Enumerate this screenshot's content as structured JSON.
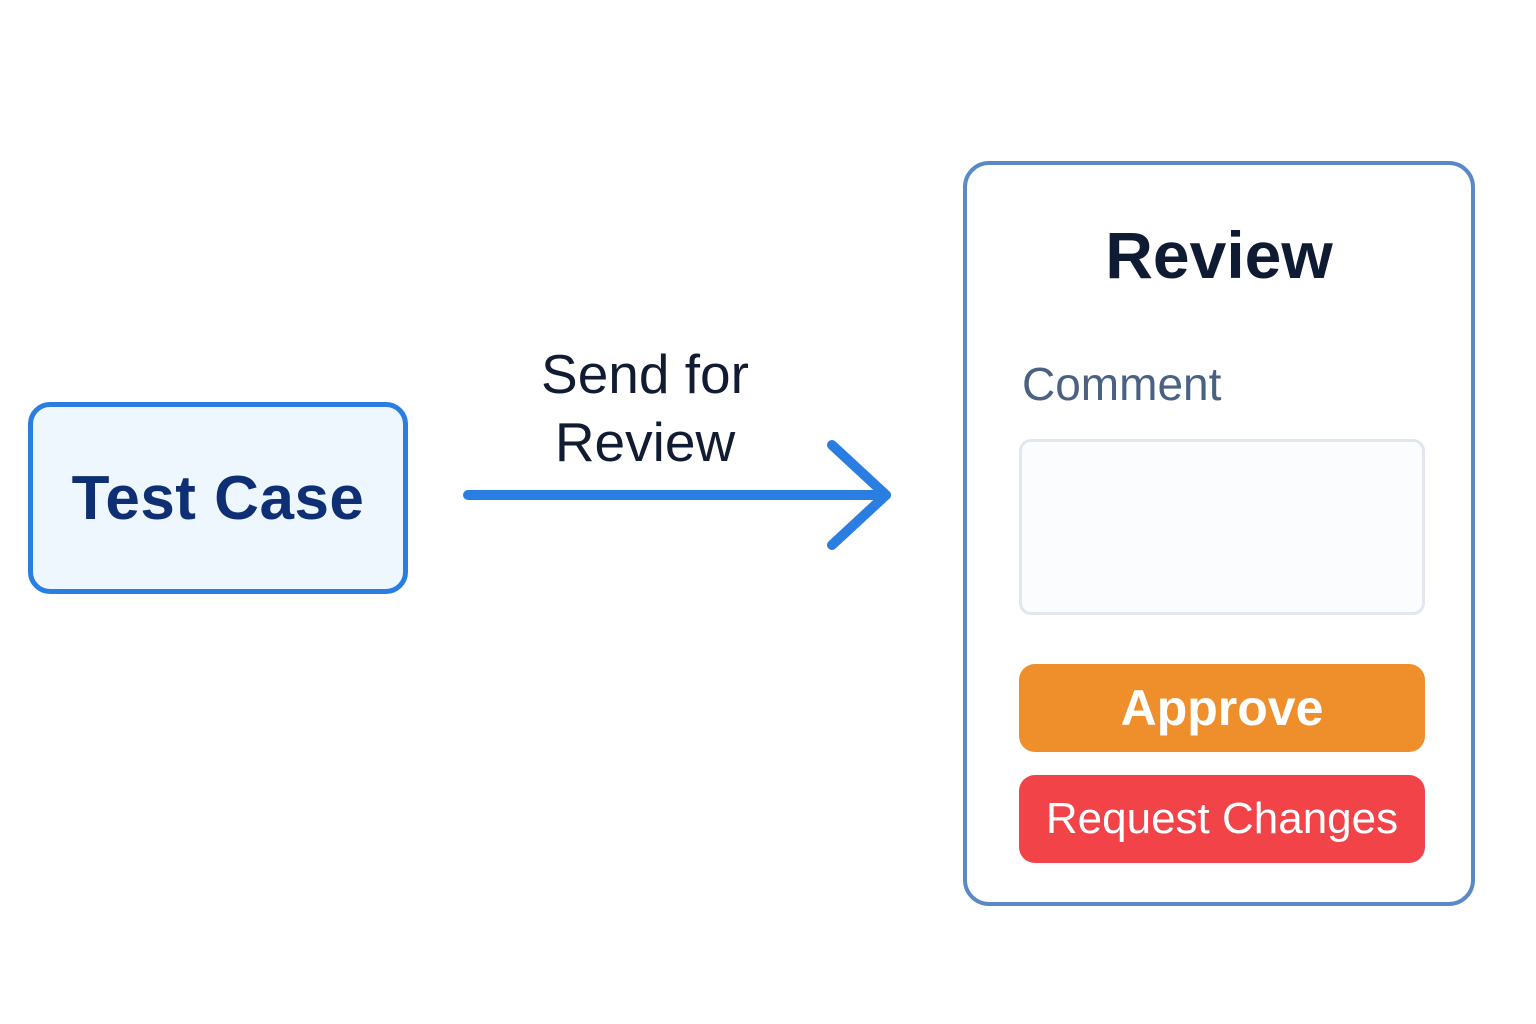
{
  "test_case": {
    "label": "Test Case"
  },
  "connector": {
    "label_line1": "Send for",
    "label_line2": "Review",
    "color": "#2a7de1"
  },
  "review_panel": {
    "title": "Review",
    "comment_label": "Comment",
    "comment_value": "",
    "approve_label": "Approve",
    "request_changes_label": "Request Changes"
  },
  "colors": {
    "accent_blue": "#2a7de1",
    "panel_border": "#5b89c6",
    "approve": "#ee8f2c",
    "request_changes": "#f24349",
    "dark_text": "#0f1b33"
  }
}
